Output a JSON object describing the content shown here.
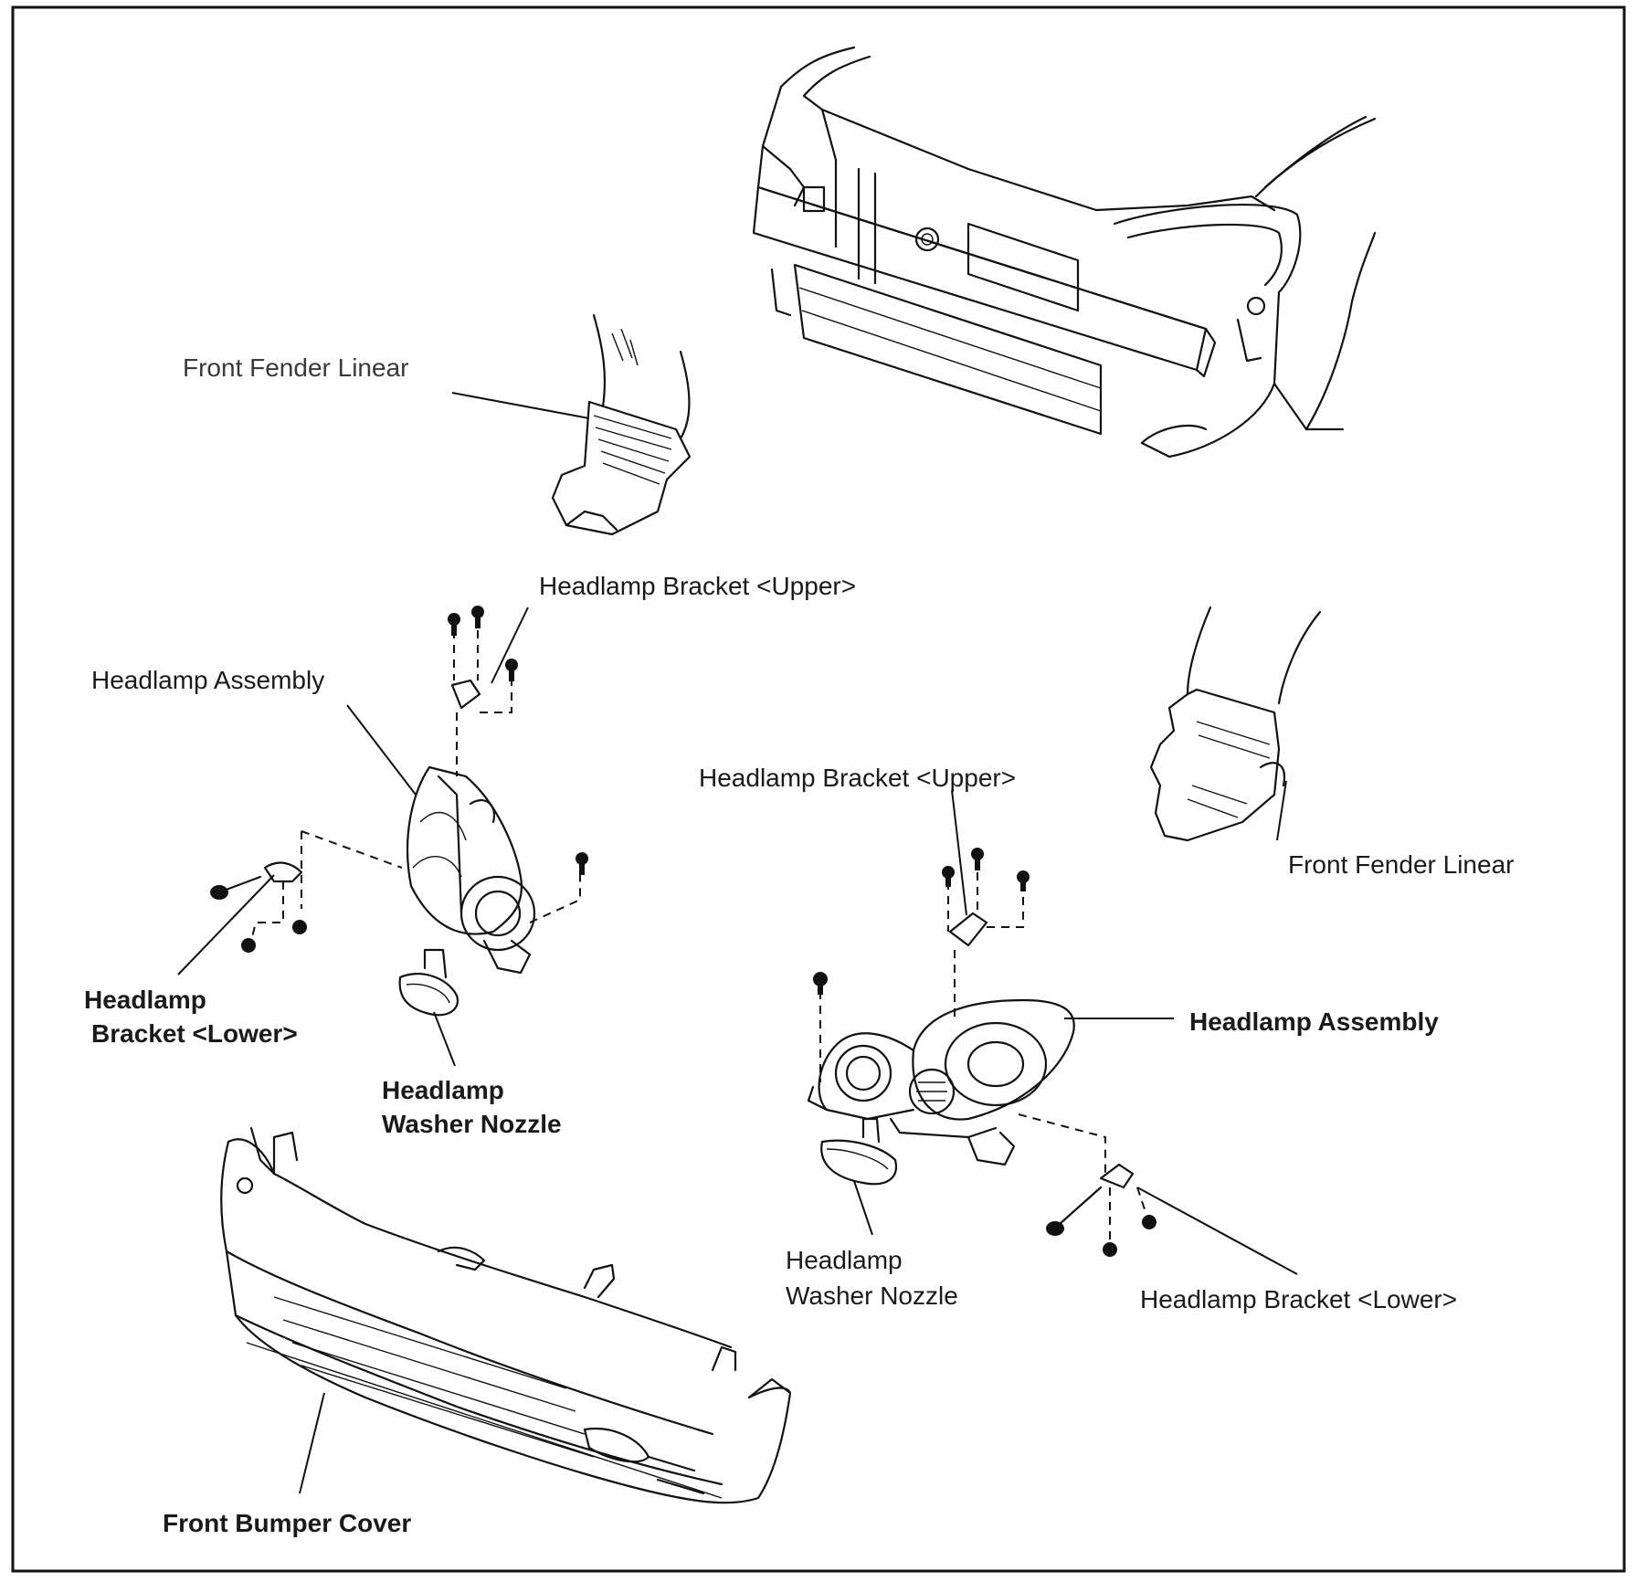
{
  "labels": {
    "front_fender_linear_left": "Front Fender Linear",
    "front_fender_linear_right": "Front Fender Linear",
    "headlamp_bracket_upper_left": "Headlamp Bracket <Upper>",
    "headlamp_bracket_upper_right": "Headlamp Bracket <Upper>",
    "headlamp_assembly_left": "Headlamp Assembly",
    "headlamp_assembly_right": "Headlamp Assembly",
    "headlamp_bracket_lower_left_line1": "Headlamp",
    "headlamp_bracket_lower_left_line2": "Bracket <Lower>",
    "headlamp_bracket_lower_right": "Headlamp Bracket <Lower>",
    "headlamp_washer_nozzle_left_line1": "Headlamp",
    "headlamp_washer_nozzle_left_line2": "Washer Nozzle",
    "headlamp_washer_nozzle_right_line1": "Headlamp",
    "headlamp_washer_nozzle_right_line2": "Washer Nozzle",
    "front_bumper_cover": "Front Bumper Cover"
  },
  "colors": {
    "ink": "#111111",
    "background": "#ffffff"
  }
}
